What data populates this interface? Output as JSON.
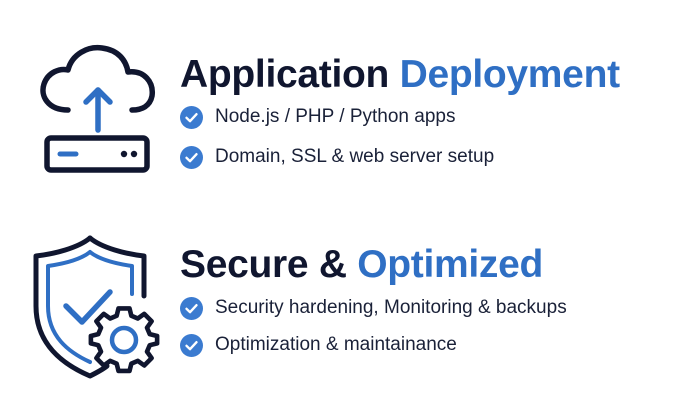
{
  "colors": {
    "navy": "#10162f",
    "accent_blue": "#2f6fc4",
    "check_blue": "#3b7bd0"
  },
  "sections": [
    {
      "icon": "cloud-upload-server-icon",
      "heading_main": "Application",
      "heading_accent": "Deployment",
      "bullets": [
        "Node.js / PHP / Python apps",
        "Domain, SSL & web server setup"
      ]
    },
    {
      "icon": "shield-check-gear-icon",
      "heading_main": "Secure &",
      "heading_accent": "Optimized",
      "bullets": [
        "Security hardening, Monitoring & backups",
        "Optimization & maintainance"
      ]
    }
  ]
}
